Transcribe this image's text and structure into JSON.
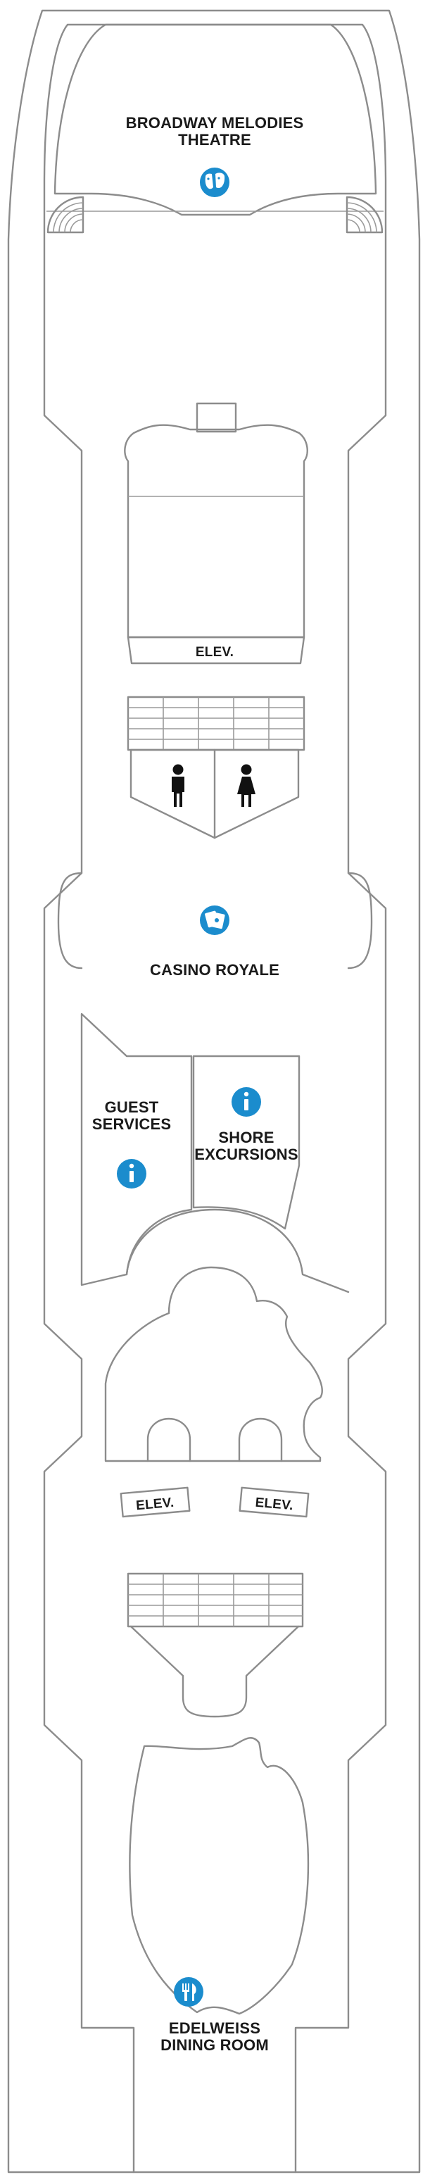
{
  "colors": {
    "outline": "#8c8c8c",
    "icon_blue": "#1b8ccd",
    "text": "#1a1a1a",
    "background": "#ffffff"
  },
  "venues": {
    "theatre": {
      "line1": "BROADWAY MELODIES",
      "line2": "THEATRE",
      "icon": "theatre-masks-icon"
    },
    "casino": {
      "label": "CASINO ROYALE",
      "icon": "playing-cards-icon"
    },
    "guest_services": {
      "line1": "GUEST",
      "line2": "SERVICES",
      "icon": "info-icon"
    },
    "shore_excursions": {
      "line1": "SHORE",
      "line2": "EXCURSIONS",
      "icon": "info-icon"
    },
    "dining": {
      "line1": "EDELWEISS",
      "line2": "DINING ROOM",
      "icon": "fork-knife-icon"
    }
  },
  "elevators": {
    "forward": "ELEV.",
    "aft_left": "ELEV.",
    "aft_right": "ELEV."
  },
  "restrooms": {
    "men_icon": "men-restroom-icon",
    "women_icon": "women-restroom-icon"
  }
}
